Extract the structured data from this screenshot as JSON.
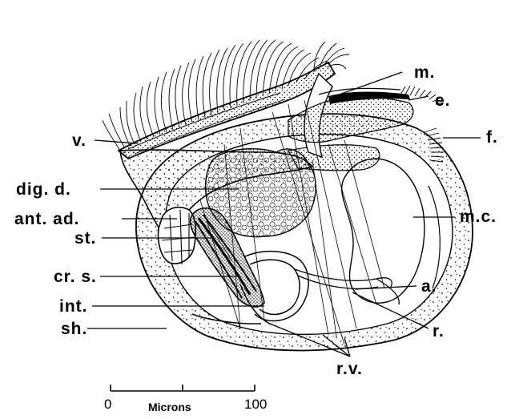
{
  "figure": {
    "labels": {
      "v": "v.",
      "dig_d": "dig. d.",
      "ant_ad": "ant. ad.",
      "st": "st.",
      "cr_s": "cr. s.",
      "int": "int.",
      "sh": "sh.",
      "m": "m.",
      "e": "e.",
      "f": "f.",
      "m_c": "m.c.",
      "a": "a.",
      "r": "r.",
      "r_v": "r.v."
    },
    "scale_bar": {
      "start": "0",
      "end": "100",
      "unit": "Microns"
    }
  }
}
